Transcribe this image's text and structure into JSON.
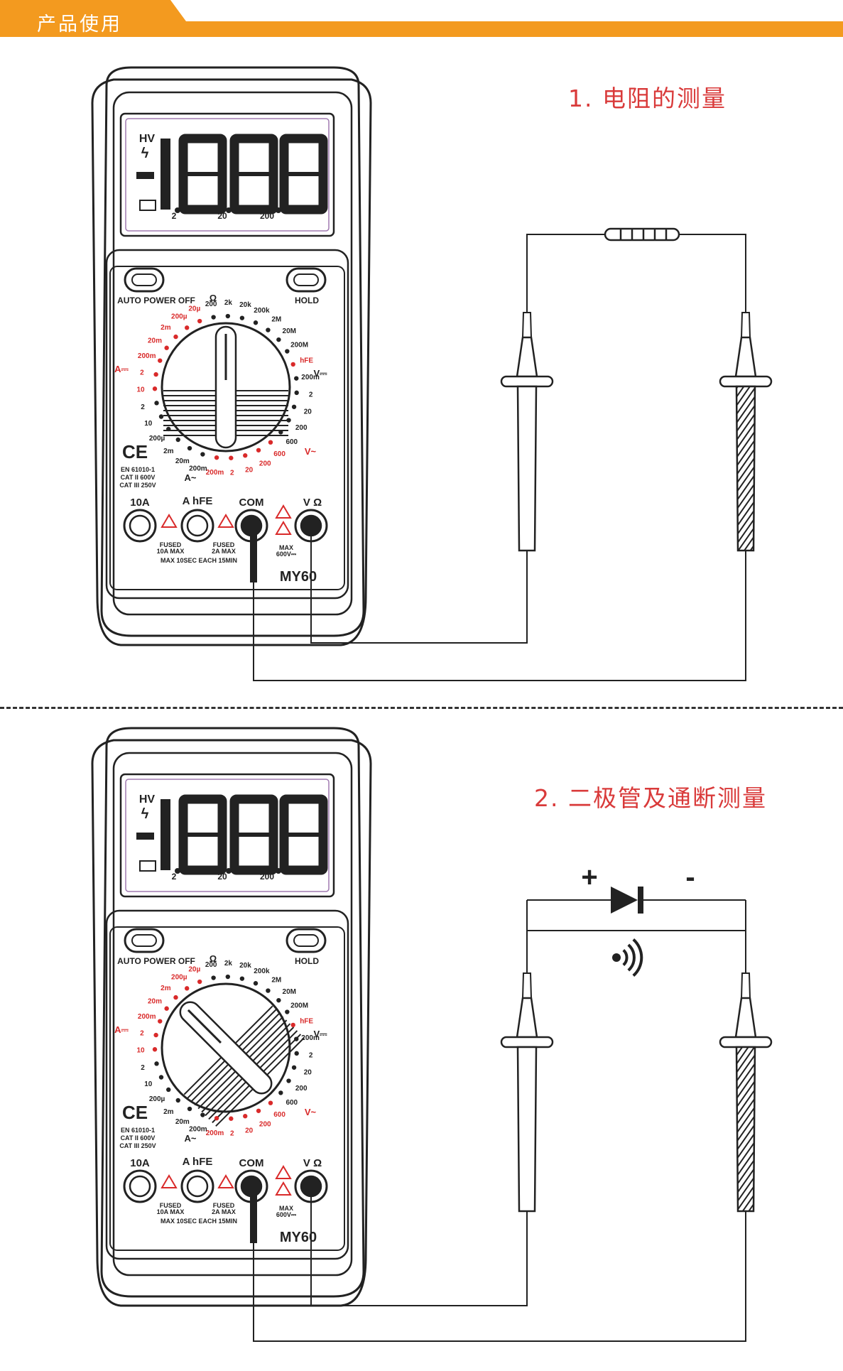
{
  "header": {
    "title": "产品使用",
    "bar_color": "#f39a1f"
  },
  "sections": [
    {
      "title": "1. 电阻的测量"
    },
    {
      "title": "2. 二极管及通断测量",
      "polarity_plus": "+",
      "polarity_minus": "-"
    }
  ],
  "meter": {
    "display": {
      "hv": "HV",
      "bolt": "ϟ",
      "digits": "-1.8.8.8",
      "scale": [
        "2",
        "20",
        "200"
      ]
    },
    "labels": {
      "auto_power_off": "AUTO POWER OFF",
      "hold": "HOLD",
      "ohm": "Ω",
      "a_dc": "A⎓",
      "v_dc": "V⎓",
      "v_ac": "V~",
      "a_ac": "A~",
      "ce": "CE",
      "std1": "EN 61010-1",
      "std2": "CAT II 600V",
      "std3": "CAT III 250V",
      "jack_10a": "10A",
      "jack_ahfe": "A hFE",
      "jack_com": "COM",
      "jack_v": "V Ω",
      "fused1a": "FUSED",
      "fused1b": "10A MAX",
      "fused2a": "FUSED",
      "fused2b": "2A  MAX",
      "max1": "MAX",
      "max2": "600V⎓",
      "max10": "MAX 10SEC EACH 15MIN",
      "model": "MY60",
      "hfe": "hFE"
    },
    "dial_ohm": [
      "200",
      "2k",
      "20k",
      "200k",
      "2M",
      "20M",
      "200M"
    ],
    "dial_vdc": [
      "200m",
      "2",
      "20",
      "200",
      "600"
    ],
    "dial_vac": [
      "600",
      "200",
      "20",
      "2",
      "200m"
    ],
    "dial_aac": [
      "200m",
      "20m",
      "2m",
      "200µ",
      "10",
      "2"
    ],
    "dial_adc": [
      "20µ",
      "200µ",
      "2m",
      "20m",
      "200m",
      "2",
      "10"
    ]
  },
  "colors": {
    "red": "#d92a2a",
    "line": "#333333"
  }
}
